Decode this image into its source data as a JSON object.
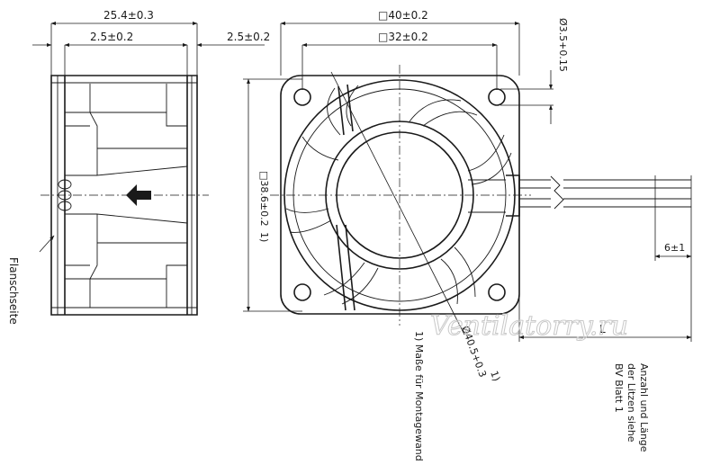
{
  "dimensions": {
    "total_width": "25.4±0.3",
    "flange_left": "2.5±0.2",
    "flange_right": "2.5±0.2",
    "outer_square": "□40±0.2",
    "hole_pitch": "□32±0.2",
    "hole_diameter": "Ø3.5+0.15",
    "inner_square": "□38.6±0.2",
    "inner_square_note": "1)",
    "diameter": "Ø40.5+0.3",
    "diameter_note": "1)",
    "strip_length": "6±1",
    "lead_length": "L"
  },
  "labels": {
    "flange_side": "Flanschseite",
    "footnote": "1) Maße für Montagewand",
    "lead_note_line1": "Anzahl und Länge",
    "lead_note_line2": "der Litzen siehe",
    "lead_note_line3": "BV Blatt 1"
  },
  "watermark": "Ventilatorry.ru",
  "icons": {
    "airflow": "left-arrow-icon"
  }
}
